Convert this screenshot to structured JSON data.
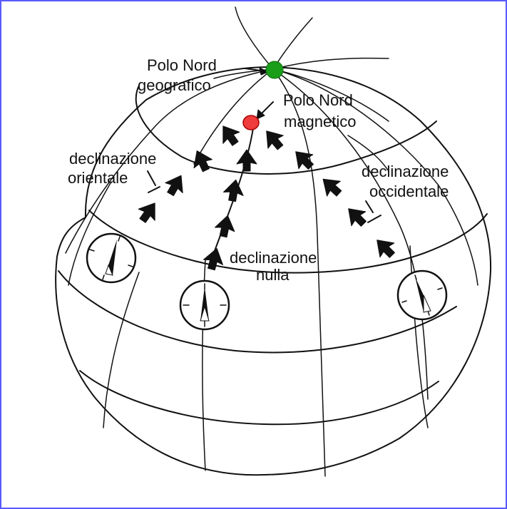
{
  "labels": {
    "geo_north_1": "Polo Nord",
    "geo_north_2": "geografico",
    "mag_north_1": "Polo Nord",
    "mag_north_2": "magnetico",
    "decl_east_1": "declinazione",
    "decl_east_2": "orientale",
    "decl_west_1": "declinazione",
    "decl_west_2": "occidentale",
    "decl_null_1": "declinazione",
    "decl_null_2": "nulla"
  },
  "colors": {
    "frame_border": "#5a5aff",
    "geographic_pole": "#1a9e1a",
    "magnetic_pole": "#ef3b3b"
  },
  "icons": [
    "compass-icon",
    "field-arrow-icon"
  ]
}
